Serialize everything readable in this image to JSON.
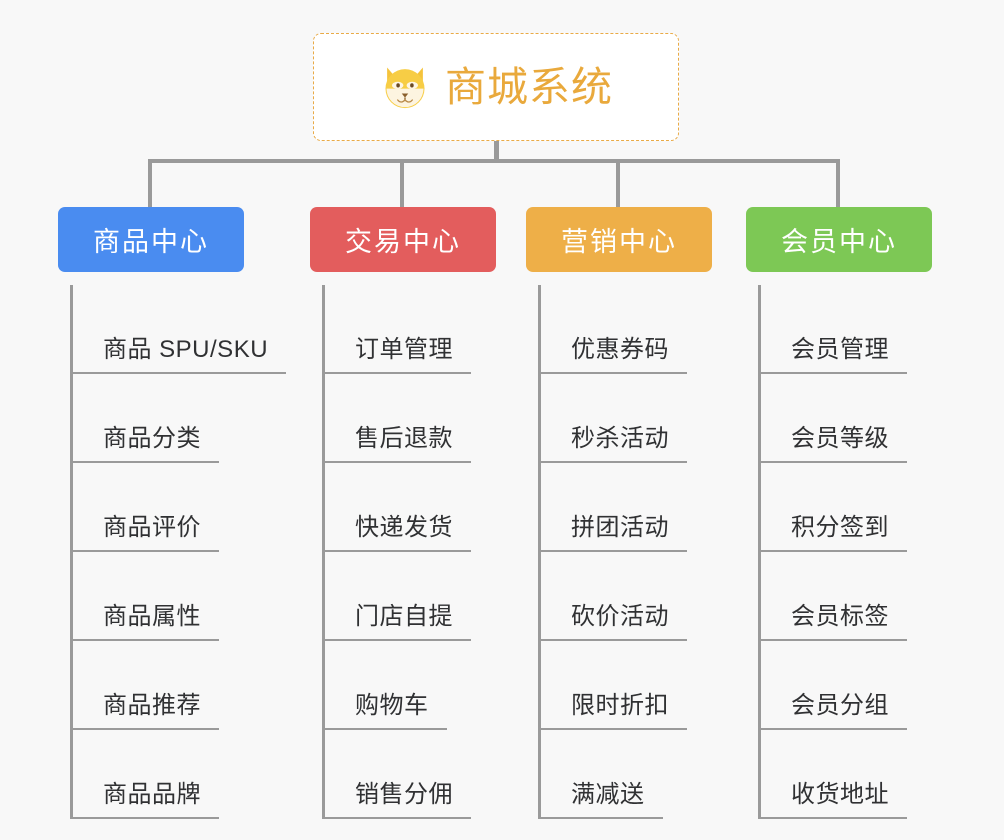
{
  "page": {
    "background_color": "#f8f8f8",
    "connector_color": "#9a9a9a",
    "leaf_text_color": "#303133"
  },
  "root": {
    "title": "商城系统",
    "icon": "dog-face-emoji",
    "title_color": "#e9a93c",
    "border_color": "#e9aa46",
    "background_color": "#ffffff"
  },
  "categories": [
    {
      "label": "商品中心",
      "color": "#4a8cf0",
      "items": [
        "商品 SPU/SKU",
        "商品分类",
        "商品评价",
        "商品属性",
        "商品推荐",
        "商品品牌"
      ]
    },
    {
      "label": "交易中心",
      "color": "#e35d5d",
      "items": [
        "订单管理",
        "售后退款",
        "快递发货",
        "门店自提",
        "购物车",
        "销售分佣"
      ]
    },
    {
      "label": "营销中心",
      "color": "#eeaf48",
      "items": [
        "优惠券码",
        "秒杀活动",
        "拼团活动",
        "砍价活动",
        "限时折扣",
        "满减送"
      ]
    },
    {
      "label": "会员中心",
      "color": "#7dc855",
      "items": [
        "会员管理",
        "会员等级",
        "积分签到",
        "会员标签",
        "会员分组",
        "收货地址"
      ]
    }
  ]
}
